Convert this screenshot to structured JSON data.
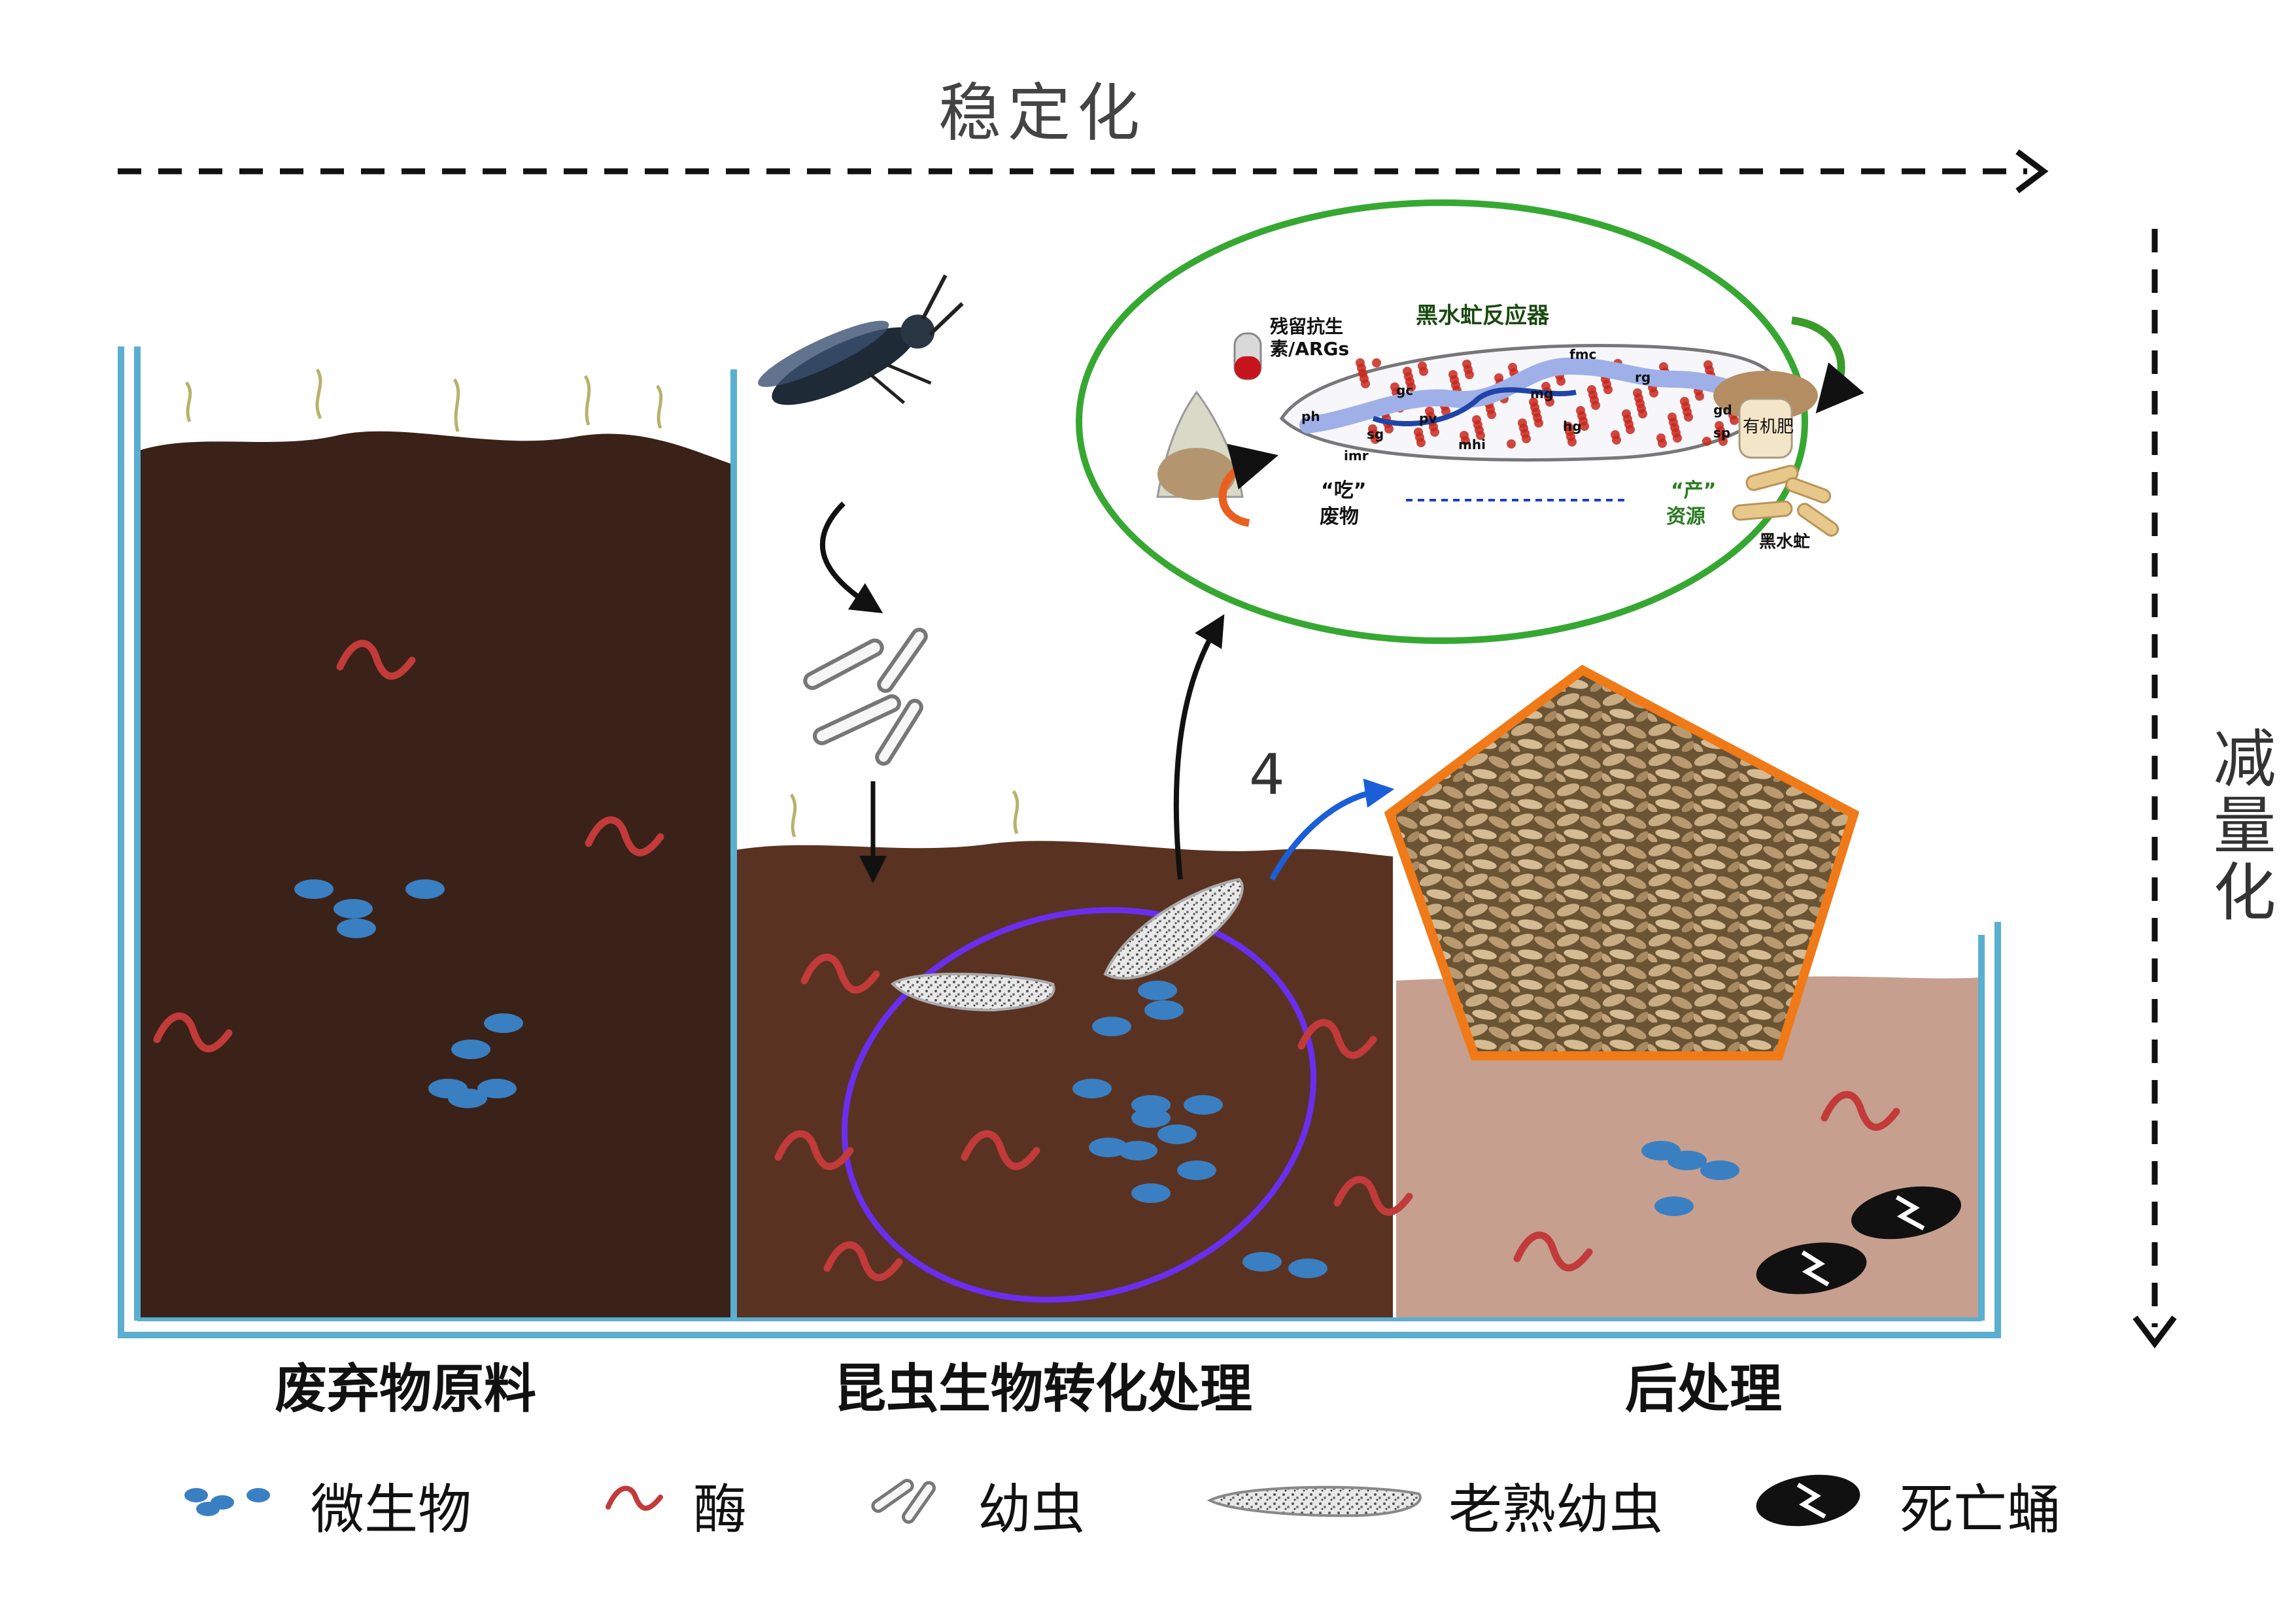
{
  "axes": {
    "horizontal_label": "稳定化",
    "vertical_label": "减量化"
  },
  "stages": {
    "raw_waste": "废弃物原料",
    "insect_conversion": "昆虫生物转化处理",
    "post_treatment": "后处理"
  },
  "step_number": "4",
  "inset": {
    "title": "黑水虻反应器",
    "antibiotics": [
      "残留抗生",
      "素/ARGs"
    ],
    "eat_waste": [
      "“吃”",
      "废物"
    ],
    "produce_resources": [
      "“产”",
      "资源"
    ],
    "fertilizer": "有机肥",
    "bsf": "黑水虻",
    "gut_labels": [
      "ph",
      "gc",
      "sg",
      "pv",
      "imr",
      "mhi",
      "mg",
      "hg",
      "fmc",
      "rg",
      "gd",
      "sp"
    ]
  },
  "legend": {
    "microbes": "微生物",
    "enzymes": "酶",
    "larvae": "幼虫",
    "mature_larvae": "老熟幼虫",
    "dead_pupae": "死亡蛹"
  },
  "colors": {
    "raw_soil": "#3a2218",
    "mid_soil": "#5a3222",
    "post_soil": "#c79f8e",
    "container": "#5aaed0",
    "microbe": "#3a7fc1",
    "enzyme": "#c23a3a",
    "ellipse_ring": "#6a2ef0",
    "inset_ring": "#36a832",
    "pentagon_border": "#f07a18",
    "blue_arrow": "#1a5ed8"
  }
}
